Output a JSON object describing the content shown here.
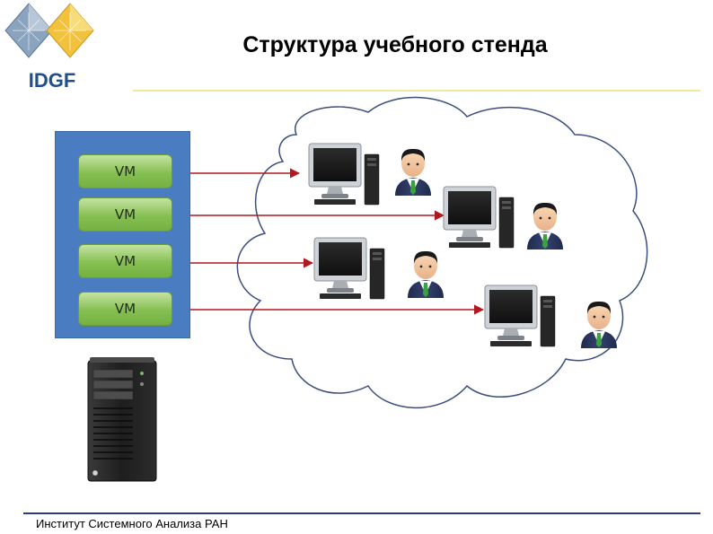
{
  "logo": {
    "text": "IDGF"
  },
  "header": {
    "title": "Структура учебного стенда"
  },
  "vm_panel": {
    "vms": [
      {
        "label": "VM"
      },
      {
        "label": "VM"
      },
      {
        "label": "VM"
      },
      {
        "label": "VM"
      }
    ]
  },
  "footer": {
    "text": "Институт Системного Анализа РАН"
  }
}
